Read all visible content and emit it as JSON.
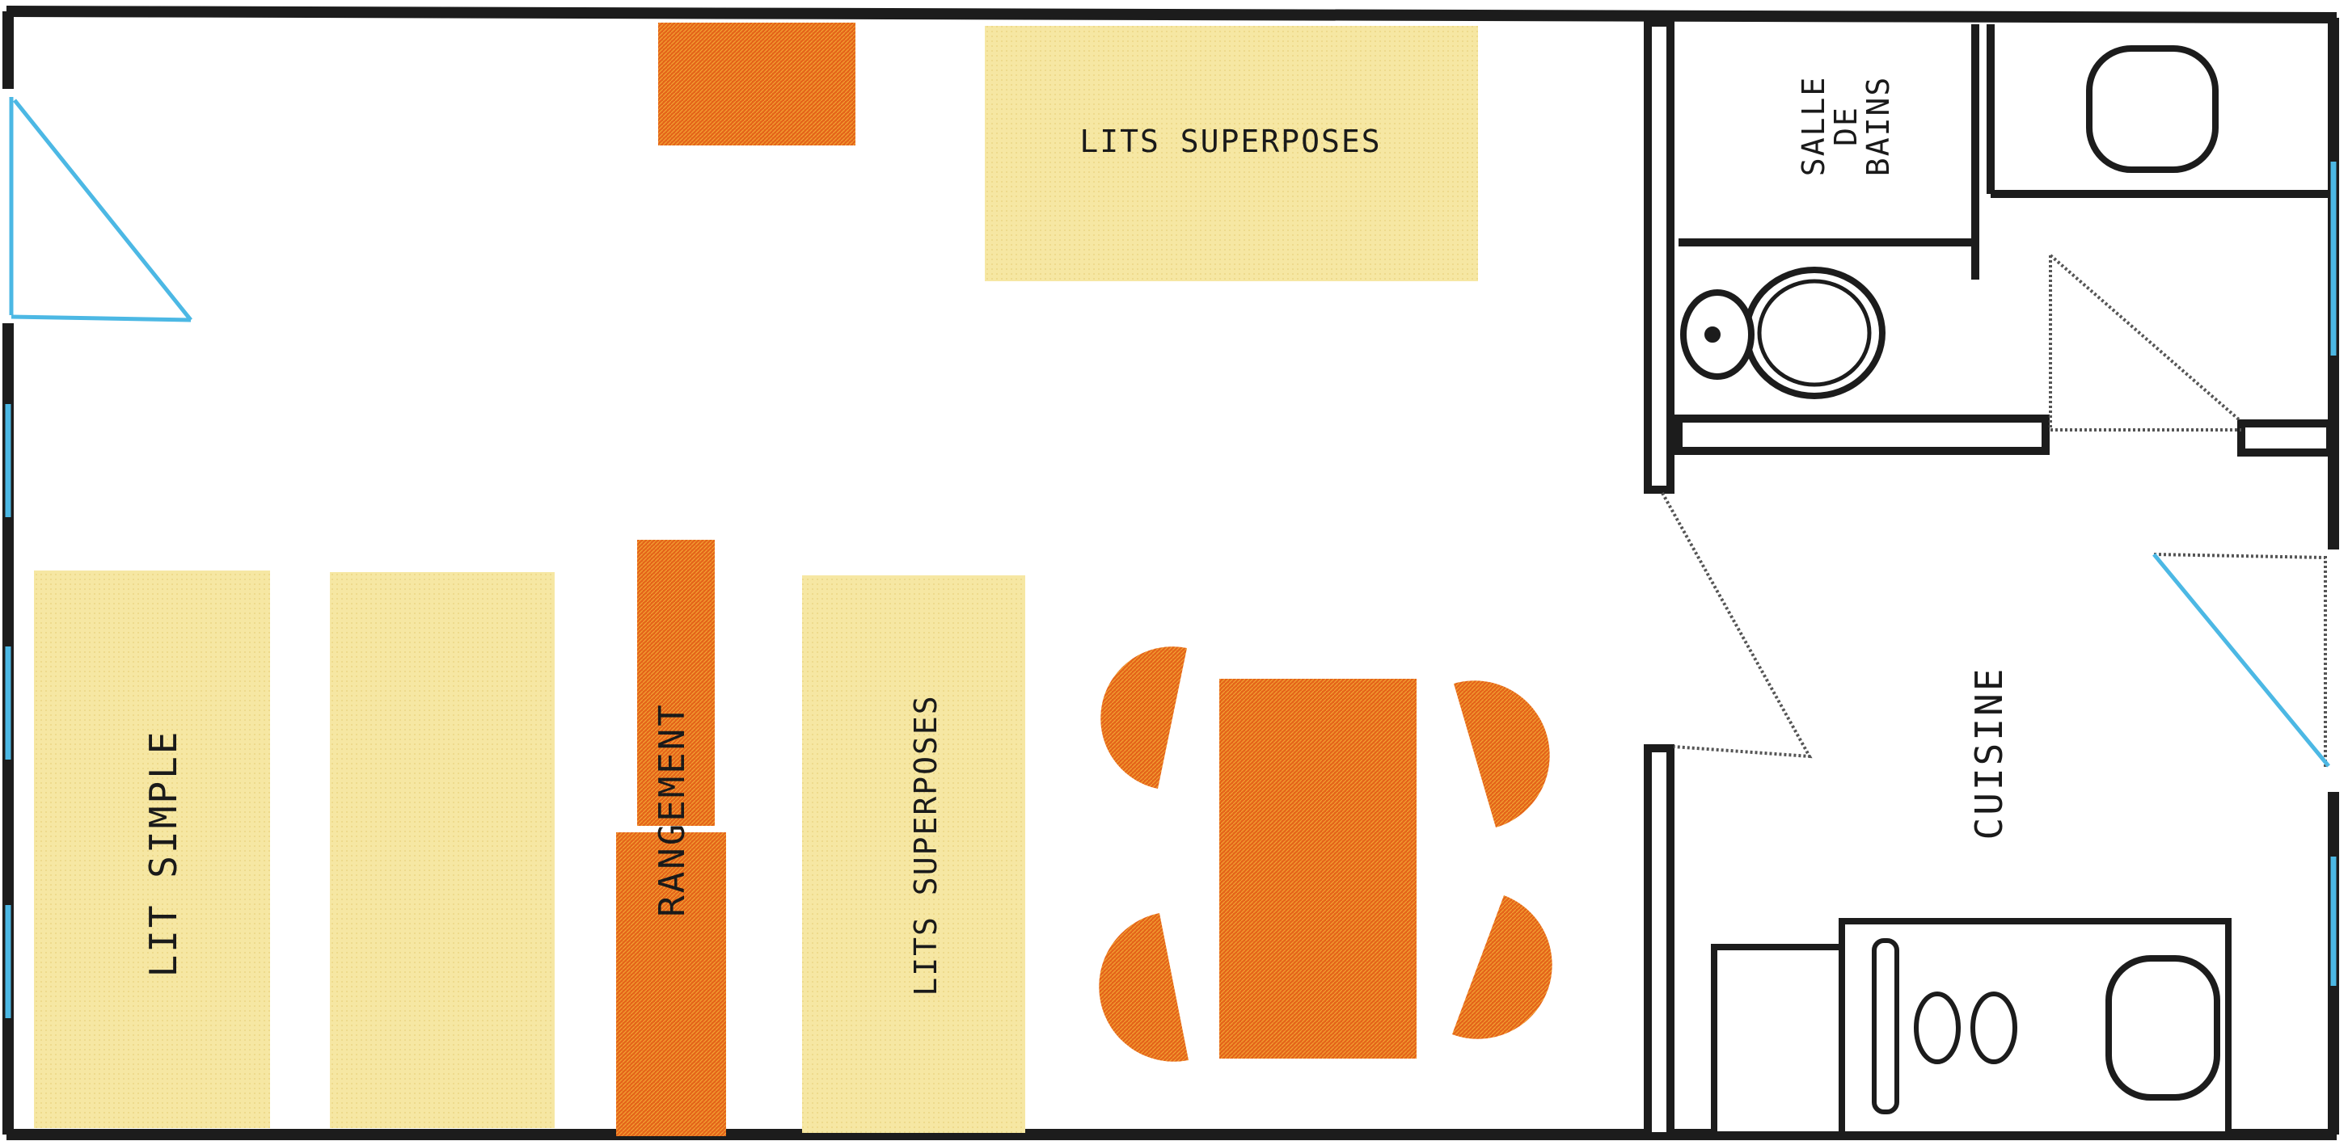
{
  "labels": {
    "lit_simple": "LIT SIMPLE",
    "lits_superposes_top": "LITS SUPERPOSES",
    "lits_superposes_mid": "LITS SUPERPOSES",
    "rangement": "RANGEMENT",
    "salle_line1": "SALLE",
    "salle_line2": "DE",
    "salle_line3": "BAINS",
    "cuisine": "CUISINE"
  },
  "colors": {
    "bed": "#f6e7a3",
    "furniture": "#e4641a",
    "wall": "#1c1c1c",
    "window": "#4cb8e4",
    "door": "#555555"
  }
}
